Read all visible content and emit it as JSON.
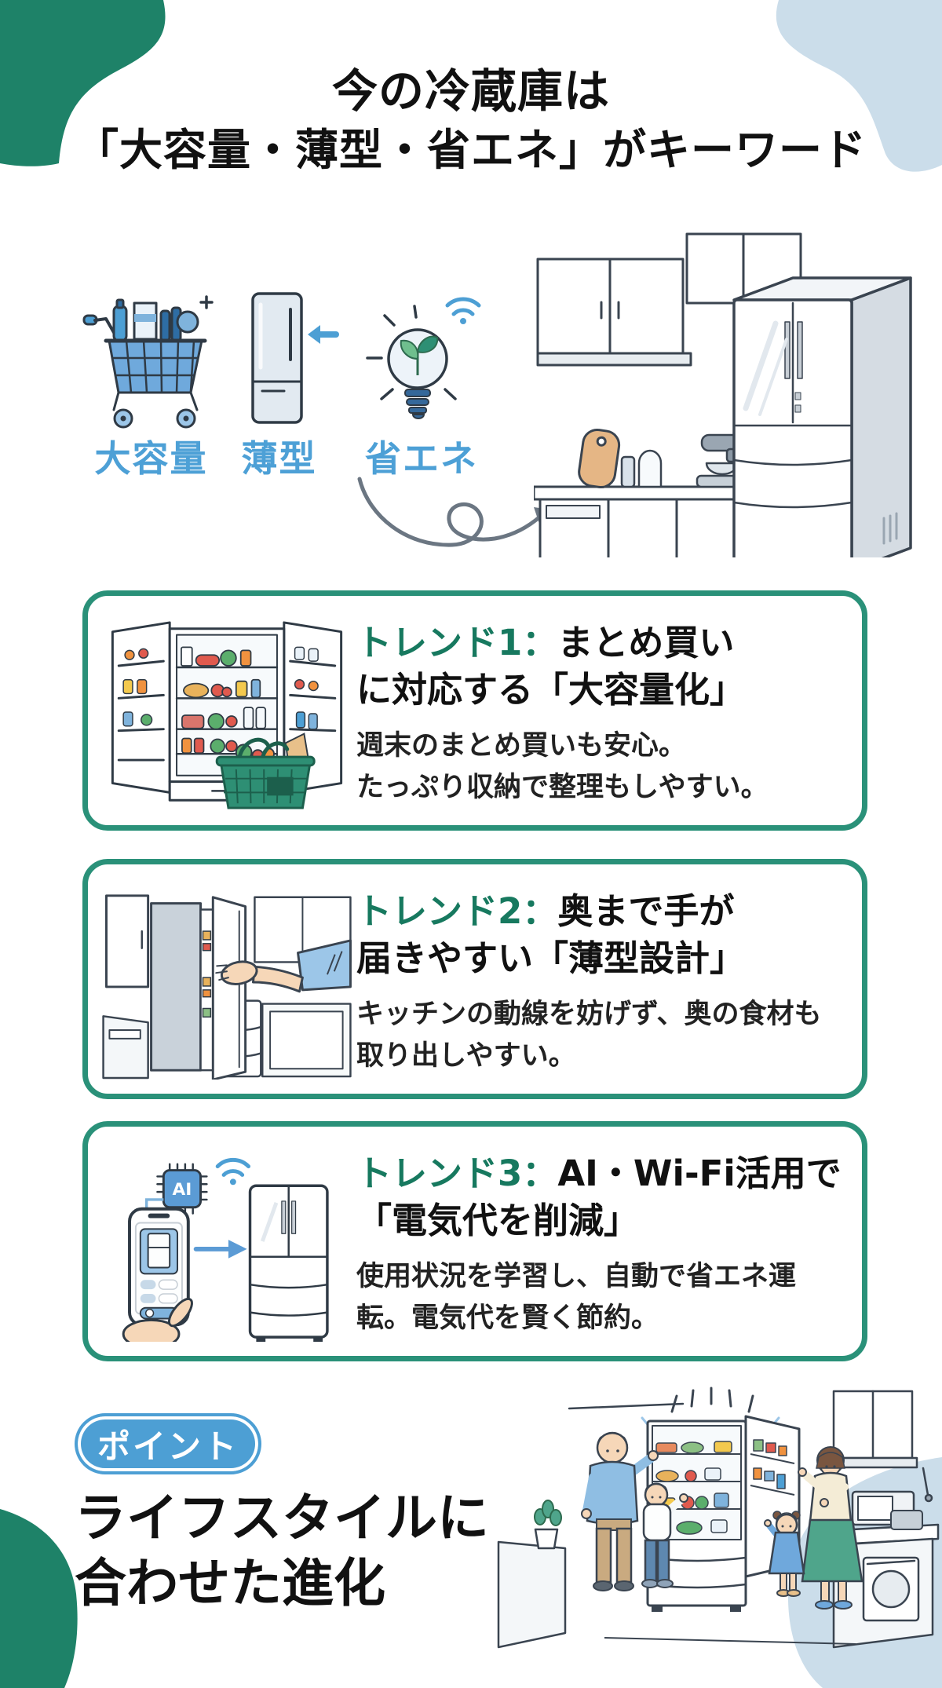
{
  "colors": {
    "accent_green": "#1E8268",
    "card_border_green": "#2A9179",
    "trend_label_green": "#17795F",
    "accent_blue": "#4DA0D6",
    "badge_blue": "#4D9FD4",
    "light_blue_blob": "#CBDDEA",
    "text_black": "#111111"
  },
  "header": {
    "title_line1": "今の冷蔵庫は",
    "title_line2": "「大容量・薄型・省エネ」がキーワード"
  },
  "keywords": [
    {
      "label": "大容量",
      "icon": "cart-icon"
    },
    {
      "label": "薄型",
      "icon": "slim-fridge-icon"
    },
    {
      "label": "省エネ",
      "icon": "eco-bulb-icon"
    }
  ],
  "trends": [
    {
      "label": "トレンド1：",
      "title_rest": "まとめ買い",
      "title_line2": "に対応する「大容量化」",
      "body_line1": "週末のまとめ買いも安心。",
      "body_line2": "たっぷり収納で整理もしやすい。"
    },
    {
      "label": "トレンド2：",
      "title_rest": "奥まで手が",
      "title_line2": "届きやすい「薄型設計」",
      "body_line1": "キッチンの動線を妨げず、奥の食材も",
      "body_line2": "取り出しやすい。"
    },
    {
      "label": "トレンド3：",
      "title_rest": "AI・Wi-Fi活用で",
      "title_line2": "「電気代を削減」",
      "body_line1": "使用状況を学習し、自動で省エネ運",
      "body_line2": "転。電気代を賢く節約。"
    }
  ],
  "point": {
    "badge": "ポイント",
    "heading_line1": "ライフスタイルに",
    "heading_line2": "合わせた進化"
  },
  "misc": {
    "ai_chip_label": "AI"
  }
}
